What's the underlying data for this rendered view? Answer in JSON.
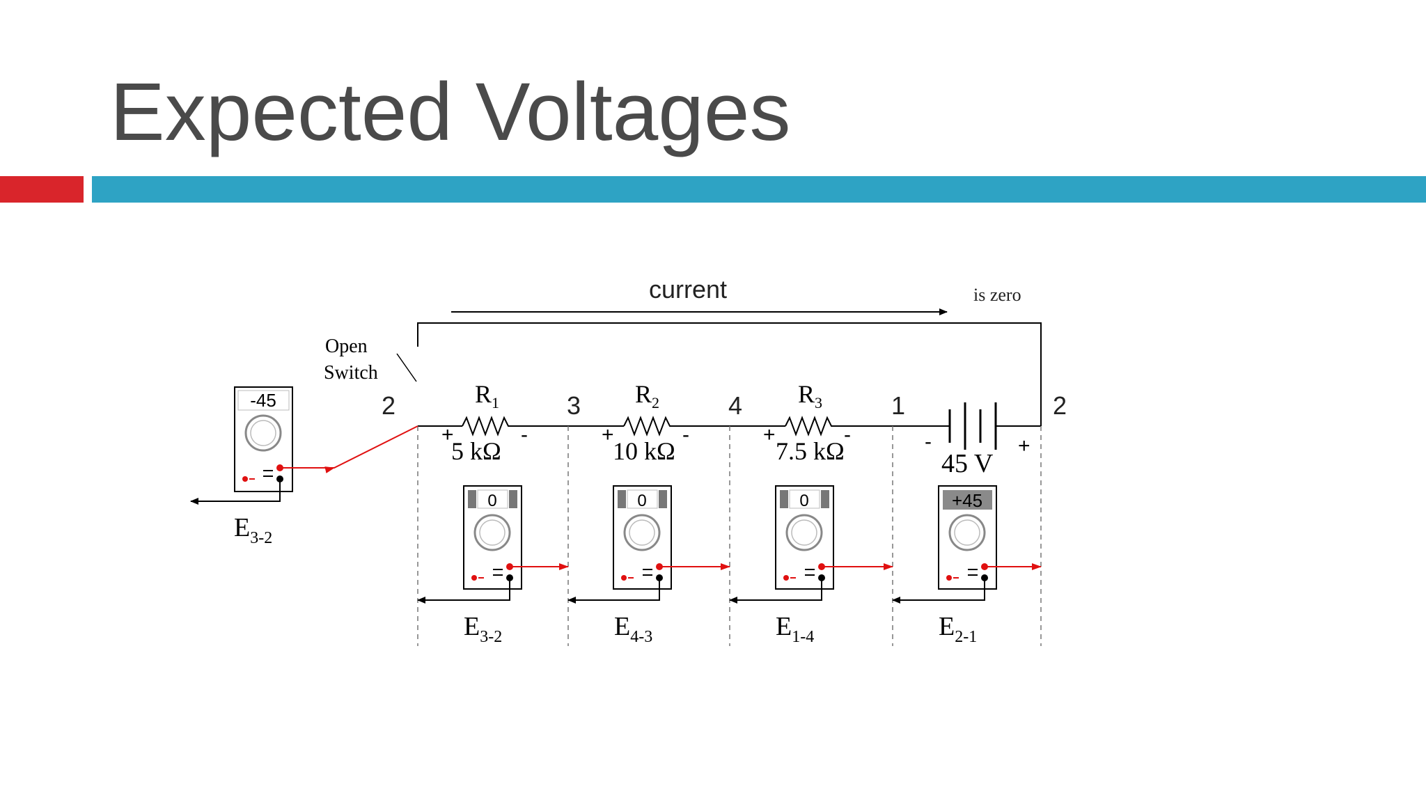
{
  "slide": {
    "title": "Expected Voltages",
    "colors": {
      "accent_red": "#d9252b",
      "accent_blue": "#2ea3c4",
      "title": "#4a4a4a"
    }
  },
  "diagram": {
    "current_label": "current",
    "zero_label": "is zero",
    "switch_label_line1": "Open",
    "switch_label_line2": "Switch",
    "nodes": {
      "left": "2",
      "r1_r2": "3",
      "r2_r3": "4",
      "r3_batt": "1",
      "right": "2"
    },
    "resistors": [
      {
        "name": "R",
        "sub": "1",
        "value": "5 kΩ"
      },
      {
        "name": "R",
        "sub": "2",
        "value": "10 kΩ"
      },
      {
        "name": "R",
        "sub": "3",
        "value": "7.5 kΩ"
      }
    ],
    "battery": {
      "value": "45 V",
      "minus": "-",
      "plus": "+"
    },
    "polarity": {
      "plus": "+",
      "minus": "-"
    },
    "meters": [
      {
        "reading": "-45",
        "label_main": "E",
        "label_sub": "3-2"
      },
      {
        "reading": "0",
        "label_main": "E",
        "label_sub": "3-2"
      },
      {
        "reading": "0",
        "label_main": "E",
        "label_sub": "4-3"
      },
      {
        "reading": "0",
        "label_main": "E",
        "label_sub": "1-4"
      },
      {
        "reading": "+45",
        "label_main": "E",
        "label_sub": "2-1"
      }
    ]
  }
}
